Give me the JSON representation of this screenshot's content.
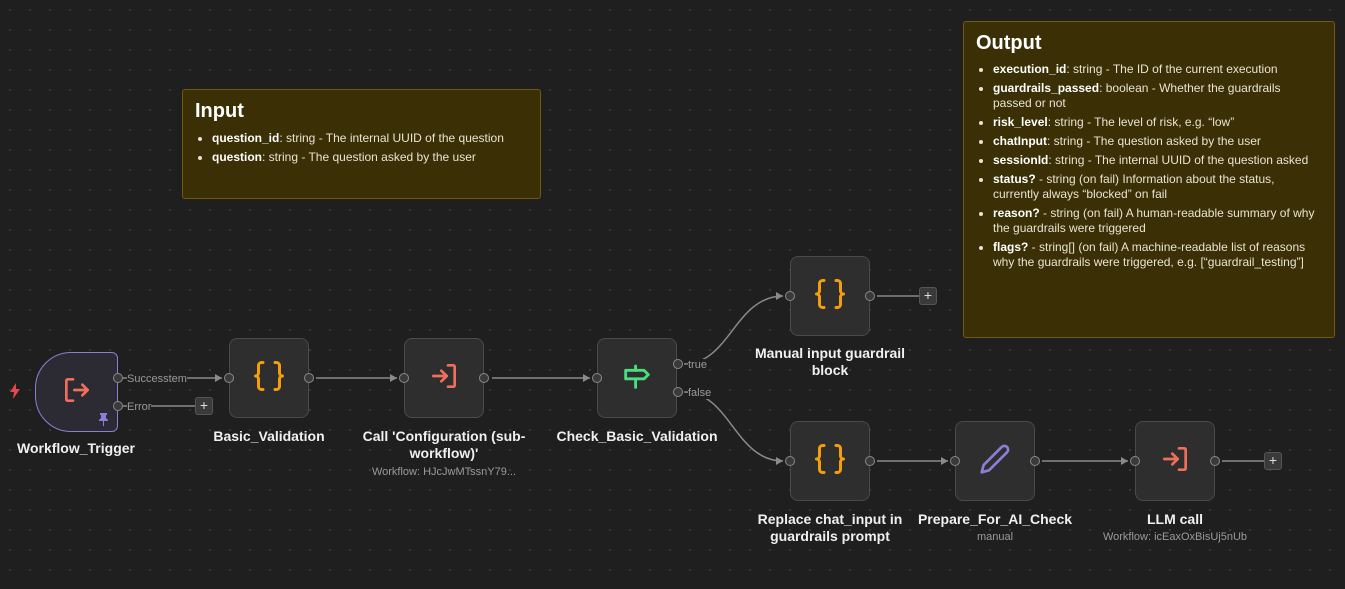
{
  "input_note": {
    "title": "Input",
    "items": [
      {
        "key": "question_id",
        "desc": ": string - The internal UUID of the question"
      },
      {
        "key": "question",
        "desc": ": string - The question asked by the user"
      }
    ]
  },
  "output_note": {
    "title": "Output",
    "items": [
      {
        "key": "execution_id",
        "desc": ": string - The ID of the current execution"
      },
      {
        "key": "guardrails_passed",
        "desc": ": boolean - Whether the guardrails passed or not"
      },
      {
        "key": "risk_level",
        "desc": ": string - The level of risk, e.g. “low”"
      },
      {
        "key": "chatInput",
        "desc": ": string - The question asked by the user"
      },
      {
        "key": "sessionId",
        "desc": ": string - The internal UUID of the question asked"
      },
      {
        "key": "status?",
        "desc": " - string (on fail) Information about the status, currently always “blocked” on fail"
      },
      {
        "key": "reason?",
        "desc": " - string (on fail) A human-readable summary of why the guardrails were triggered"
      },
      {
        "key": "flags?",
        "desc": " - string[] (on fail) A machine-readable list of reasons why the guardrails were triggered, e.g. [“guardrail_testing”]"
      }
    ]
  },
  "nodes": {
    "workflow_trigger": {
      "label": "Workflow_Trigger",
      "icon": "sign-out-icon",
      "out_success": "Successtem",
      "out_error": "Error"
    },
    "basic_validation": {
      "label": "Basic_Validation",
      "icon": "curly-braces-icon"
    },
    "call_configuration": {
      "label": "Call 'Configuration (sub-workflow)'",
      "subtitle": "Workflow: HJcJwMTssnY79...",
      "icon": "sign-in-icon"
    },
    "check_basic_validation": {
      "label": "Check_Basic_Validation",
      "icon": "signpost-icon",
      "out_true": "true",
      "out_false": "false"
    },
    "manual_input_guardrail": {
      "label": "Manual input guardrail block",
      "icon": "curly-braces-icon"
    },
    "replace_chat_input": {
      "label": "Replace chat_input in guardrails prompt",
      "icon": "curly-braces-icon"
    },
    "prepare_for_ai_check": {
      "label": "Prepare_For_AI_Check",
      "subtitle": "manual",
      "icon": "pencil-icon"
    },
    "llm_call": {
      "label": "LLM call",
      "subtitle": "Workflow: icEaxOxBisUj5nUb",
      "icon": "sign-in-icon"
    }
  },
  "plus_symbol": "+",
  "colors": {
    "canvas": "#1f1f1f",
    "node": "#2e2e2e",
    "sticky": "#3a2f05",
    "orange_icon": "#f59e0b",
    "red_icon": "#ef6f5c",
    "green_icon": "#4ade80",
    "purple_icon": "#8a7ed6"
  }
}
